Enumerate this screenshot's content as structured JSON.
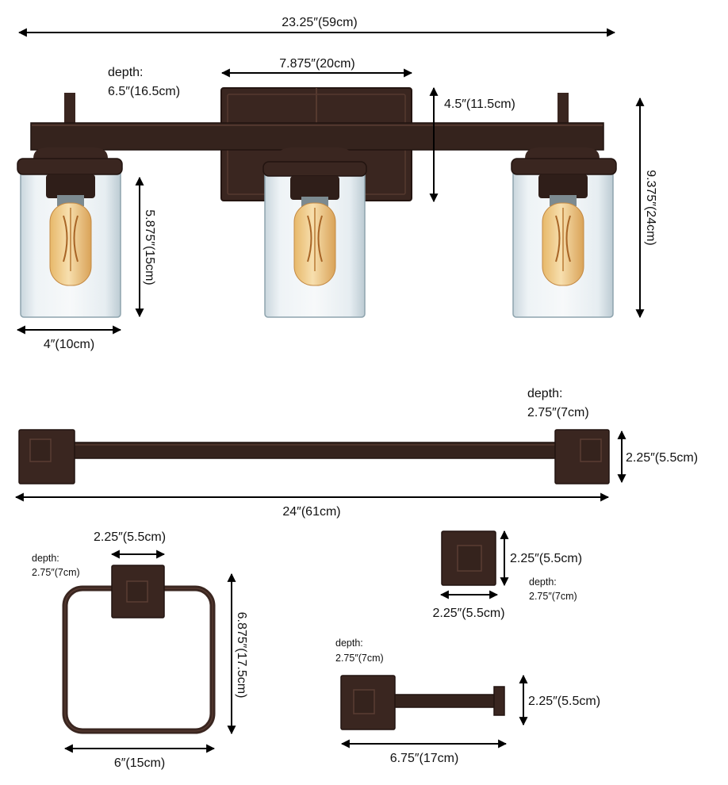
{
  "colors": {
    "metal": "#3a2620",
    "metal_dark": "#2a1a15",
    "metal_edge": "#5a3d33",
    "glass": "#dfe9ef",
    "glass_edge": "#8ea3ad",
    "bulb": "#f1cf8f",
    "filament": "#d99a3b",
    "arrow": "#000000"
  },
  "vanity": {
    "width": "23.25″(59cm)",
    "depth_label": "depth:",
    "depth_value": "6.5″(16.5cm)",
    "backplate_width": "7.875″(20cm)",
    "backplate_height": "4.5″(11.5cm)",
    "height": "9.375″(24cm)",
    "shade_height": "5.875″(15cm)",
    "shade_width": "4″(10cm)"
  },
  "towel_bar": {
    "depth_label": "depth:",
    "depth_value": "2.75″(7cm)",
    "height": "2.25″(5.5cm)",
    "length": "24″(61cm)"
  },
  "towel_ring": {
    "plate_width": "2.25″(5.5cm)",
    "depth_label": "depth:",
    "depth_value": "2.75″(7cm)",
    "height": "6.875″(17.5cm)",
    "width": "6″(15cm)"
  },
  "robe_hook": {
    "height": "2.25″(5.5cm)",
    "depth_label": "depth:",
    "depth_value": "2.75″(7cm)",
    "width": "2.25″(5.5cm)"
  },
  "tp_holder": {
    "depth_label": "depth:",
    "depth_value": "2.75″(7cm)",
    "height": "2.25″(5.5cm)",
    "width": "6.75″(17cm)"
  }
}
